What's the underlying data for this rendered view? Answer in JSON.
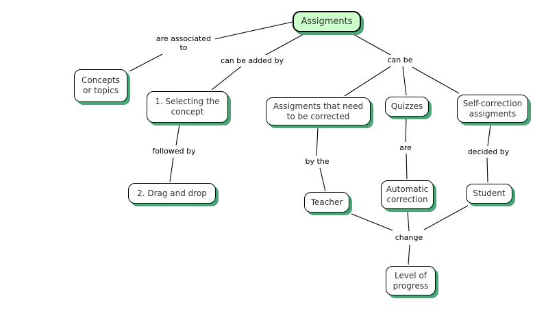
{
  "colors": {
    "background": "#ffffff",
    "node_fill": "#ffffff",
    "root_node_fill": "#ccffcc",
    "node_border": "#000000",
    "node_shadow_green": "#44a877",
    "line": "#000000",
    "node_text": "#333333"
  },
  "nodes": {
    "assigments": {
      "label": "Assigments"
    },
    "concepts_or_topics": {
      "label": "Concepts or topics"
    },
    "selecting_concept": {
      "label": "1. Selecting the concept"
    },
    "assigments_corrected": {
      "label": "Assigments that need to be corrected"
    },
    "quizzes": {
      "label": "Quizzes"
    },
    "self_correction": {
      "label": "Self-correction assigments"
    },
    "drag_and_drop": {
      "label": "2. Drag and drop"
    },
    "teacher": {
      "label": "Teacher"
    },
    "automatic_correction": {
      "label": "Automatic correction"
    },
    "student": {
      "label": "Student"
    },
    "level_of_progress": {
      "label": "Level of progress"
    }
  },
  "labels": {
    "are_associated_to": "are associated to",
    "can_be_added_by": "can be added by",
    "can_be": "can be",
    "followed_by": "followed by",
    "by_the": "by the",
    "are": "are",
    "decided_by": "decided by",
    "change": "change"
  },
  "relations": [
    {
      "from": "Assigments",
      "label": "are associated to",
      "to": "Concepts or topics"
    },
    {
      "from": "Assigments",
      "label": "can be added by",
      "to": "1. Selecting the concept"
    },
    {
      "from": "Assigments",
      "label": "can be",
      "to": "Assigments that need to be corrected"
    },
    {
      "from": "Assigments",
      "label": "can be",
      "to": "Quizzes"
    },
    {
      "from": "Assigments",
      "label": "can be",
      "to": "Self-correction assigments"
    },
    {
      "from": "1. Selecting the concept",
      "label": "followed by",
      "to": "2. Drag and drop"
    },
    {
      "from": "Assigments that need to be corrected",
      "label": "by the",
      "to": "Teacher"
    },
    {
      "from": "Quizzes",
      "label": "are",
      "to": "Automatic correction"
    },
    {
      "from": "Self-correction assigments",
      "label": "decided by",
      "to": "Student"
    },
    {
      "from": "Teacher",
      "label": "change",
      "to": "Level of progress"
    },
    {
      "from": "Automatic correction",
      "label": "change",
      "to": "Level of progress"
    },
    {
      "from": "Student",
      "label": "change",
      "to": "Level of progress"
    }
  ]
}
